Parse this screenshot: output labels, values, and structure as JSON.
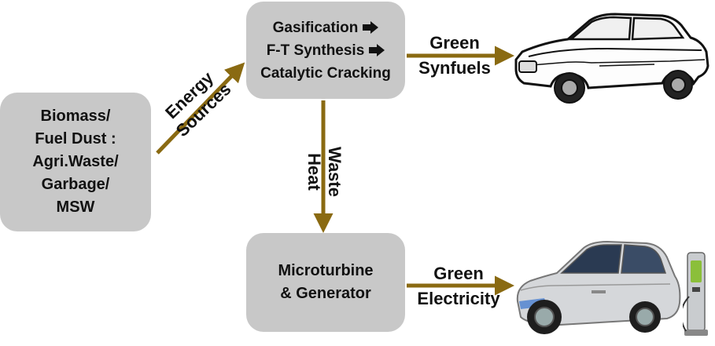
{
  "boxes": {
    "biomass": [
      "Biomass/",
      "Fuel Dust :",
      "Agri.Waste/",
      "Garbage/",
      "MSW"
    ],
    "process": [
      "Gasification",
      "F-T Synthesis",
      "Catalytic Cracking"
    ],
    "generator": [
      "Microturbine",
      "& Generator"
    ]
  },
  "labels": {
    "energy_sources": [
      "Energy",
      "Sources"
    ],
    "waste_heat": [
      "Waste",
      "Heat"
    ],
    "green_synfuels": [
      "Green",
      "Synfuels"
    ],
    "green_electricity": [
      "Green",
      "Electricity"
    ]
  },
  "colors": {
    "arrow": "#8a6a12",
    "box": "#c8c8c8"
  },
  "icons": [
    "classic-car-icon",
    "electric-car-icon",
    "charging-station-icon"
  ]
}
